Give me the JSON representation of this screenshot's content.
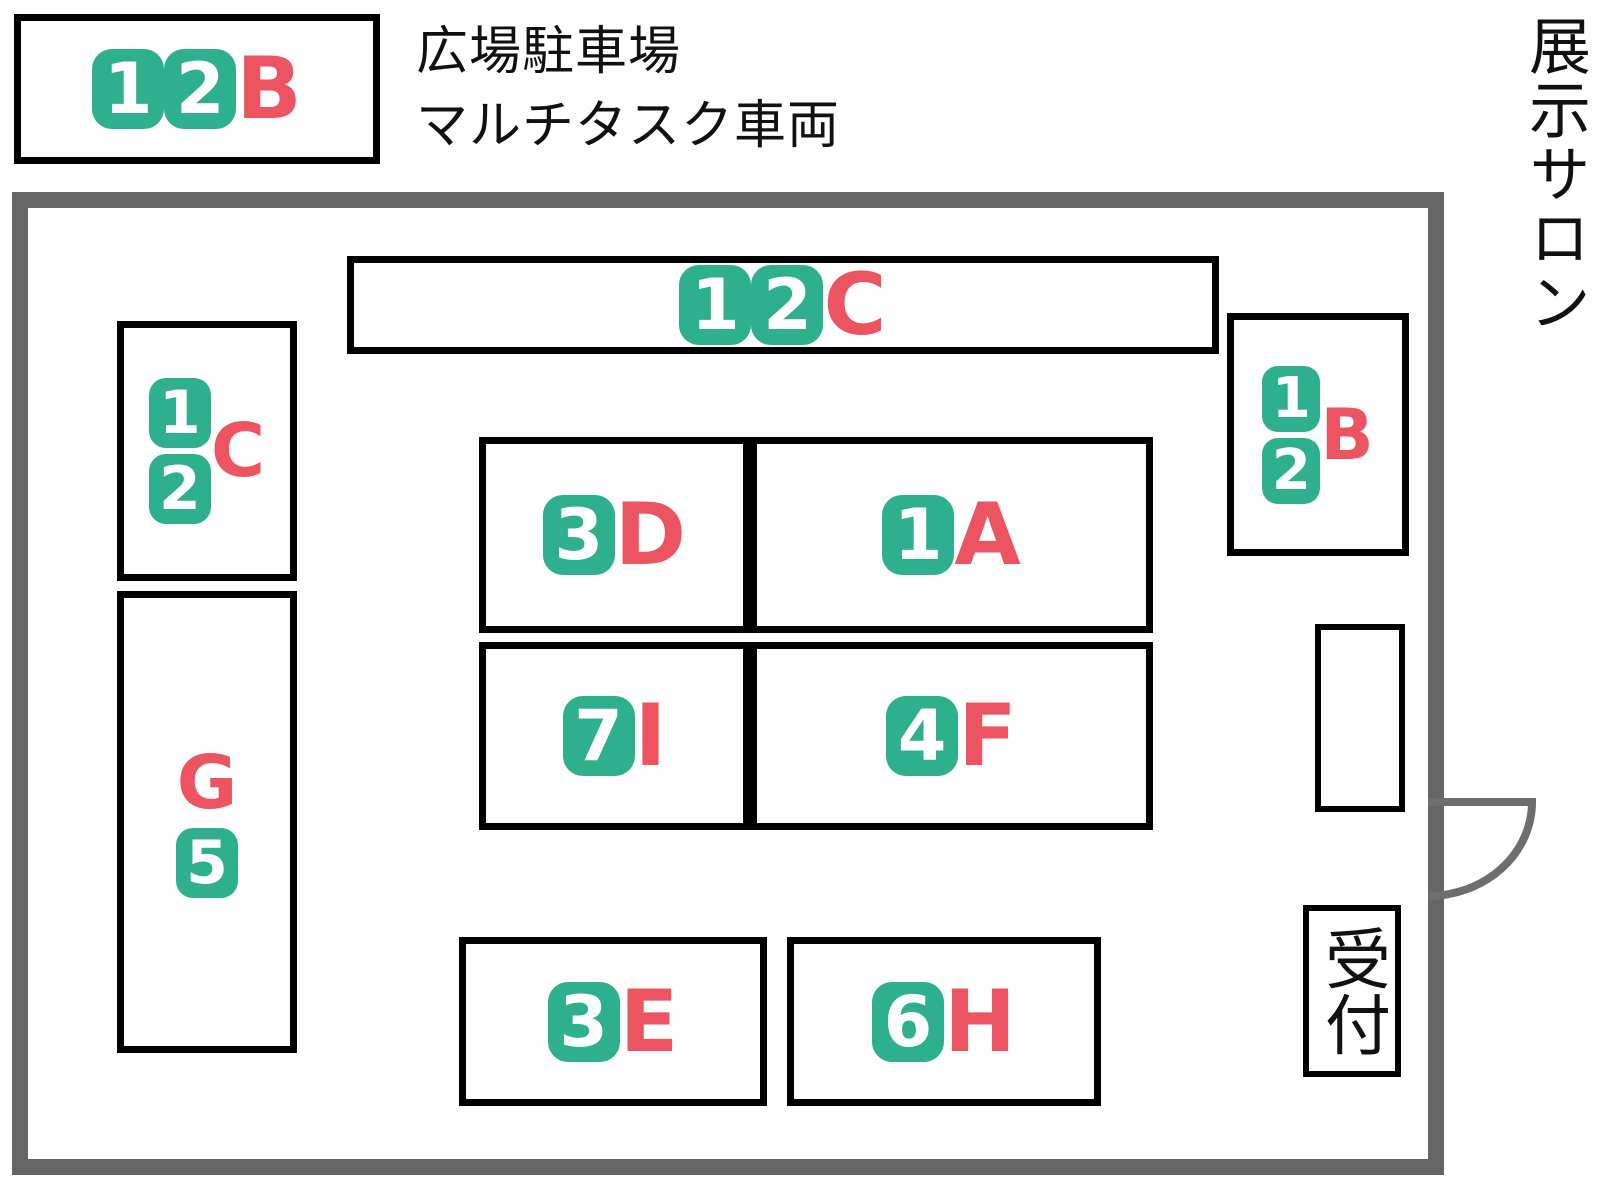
{
  "legend": {
    "code": {
      "numbers": [
        "1",
        "2"
      ],
      "letter": "B"
    },
    "caption_line1": "広場駐車場",
    "caption_line2": "マルチタスク車両"
  },
  "hall": {
    "title": "展示サロン"
  },
  "floor": {
    "stands": [
      {
        "id": "stand-12c-top",
        "numbers": [
          "1",
          "2"
        ],
        "letter": "C",
        "layout": "row",
        "size": "lg"
      },
      {
        "id": "stand-12c-left",
        "numbers": [
          "1",
          "2"
        ],
        "letter": "C",
        "layout": "stack",
        "size": "md"
      },
      {
        "id": "stand-g5",
        "numbers": [
          "5"
        ],
        "letter": "G",
        "layout": "vert",
        "size": "md"
      },
      {
        "id": "stand-3d",
        "numbers": [
          "3"
        ],
        "letter": "D",
        "layout": "row",
        "size": "lg"
      },
      {
        "id": "stand-1a",
        "numbers": [
          "1"
        ],
        "letter": "A",
        "layout": "row",
        "size": "lg"
      },
      {
        "id": "stand-7i",
        "numbers": [
          "7"
        ],
        "letter": "I",
        "layout": "row",
        "size": "lg"
      },
      {
        "id": "stand-4f",
        "numbers": [
          "4"
        ],
        "letter": "F",
        "layout": "row",
        "size": "lg"
      },
      {
        "id": "stand-3e",
        "numbers": [
          "3"
        ],
        "letter": "E",
        "layout": "row",
        "size": "lg"
      },
      {
        "id": "stand-6h",
        "numbers": [
          "6"
        ],
        "letter": "H",
        "layout": "row",
        "size": "lg"
      },
      {
        "id": "stand-12b-right",
        "numbers": [
          "1",
          "2"
        ],
        "letter": "B",
        "layout": "stack",
        "size": "sm"
      }
    ],
    "reception_label": "受付",
    "empty_stand": ""
  },
  "colors": {
    "badge_green": "#2EAF8E",
    "letter_red": "#EB5460",
    "wall_gray": "#666666",
    "outline_black": "#000000",
    "background": "#FFFFFF"
  }
}
